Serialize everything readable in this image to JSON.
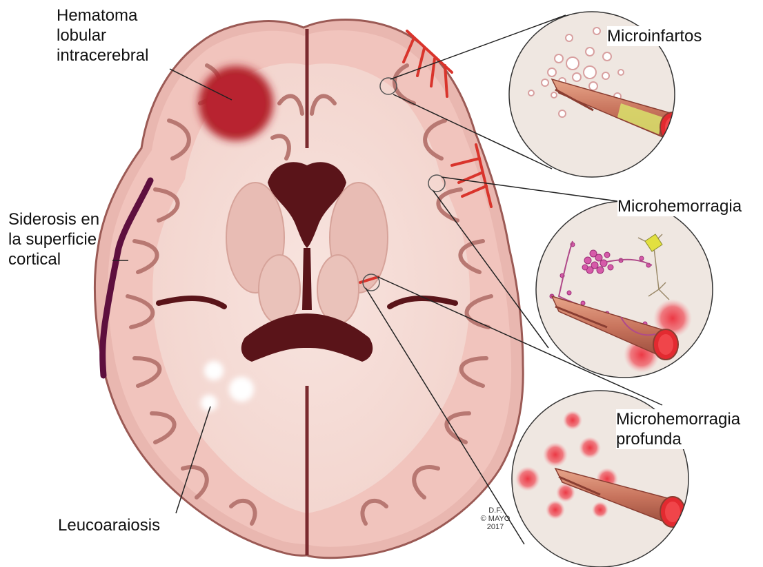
{
  "labels": {
    "hematoma": [
      "Hematoma",
      "lobular",
      "intracerebral"
    ],
    "siderosis": [
      "Siderosis en",
      "la superficie",
      "cortical"
    ],
    "leucoaraiosis": "Leucoaraiosis",
    "microinfartos": "Microinfartos",
    "microhemorragia": "Microhemorragia",
    "microhemorragia_profunda": [
      "Microhemorragia",
      "profunda"
    ]
  },
  "credit": [
    "D.F.",
    "© MAYO",
    "2017"
  ],
  "colors": {
    "brain_fill": "#f2c8c2",
    "gyrus_dark": "#c99088",
    "white_matter": "#f6dcd6",
    "ventricle": "#5a1419",
    "hematoma": "#b4232c",
    "siderosis": "#5e0f3e",
    "vessel": "#d9342c",
    "inset_bg": "#efe7e1",
    "microbleed": "#e8323f"
  }
}
